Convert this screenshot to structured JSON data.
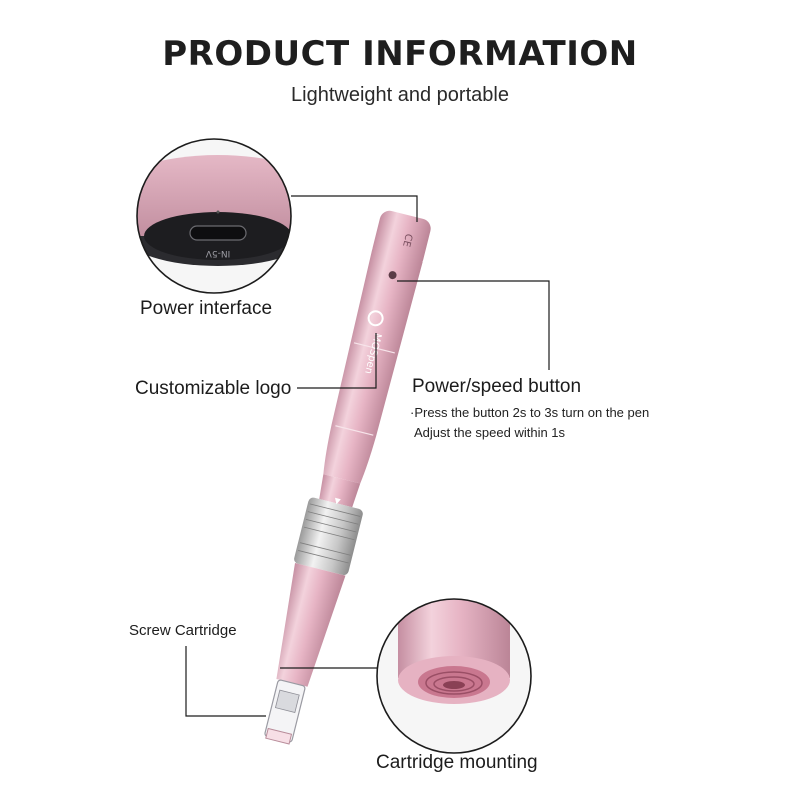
{
  "header": {
    "title": "PRODUCT INFORMATION",
    "subtitle": "Lightweight and portable"
  },
  "callouts": {
    "power_interface": "Power interface",
    "customizable_logo": "Customizable logo",
    "power_speed_button": "Power/speed button",
    "power_speed_note_1": "·Press the button 2s to 3s turn on the pen",
    "power_speed_note_2": "Adjust the speed within 1s",
    "screw_cartridge": "Screw Cartridge",
    "cartridge_mounting": "Cartridge mounting"
  },
  "device": {
    "brand_mark": "MOSpen",
    "port_marking": "IN-5V",
    "cert_mark": "CE",
    "body_color": "#e9b9c8",
    "body_shadow": "#c68fa2",
    "metal_color": "#d6d6d6"
  }
}
